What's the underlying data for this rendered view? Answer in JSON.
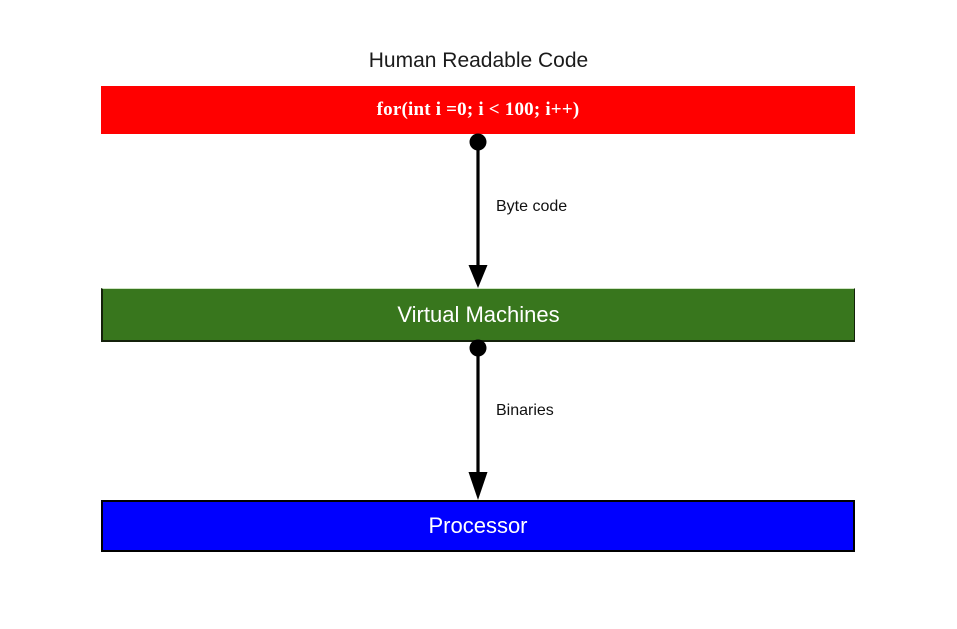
{
  "diagram": {
    "title": "Human Readable Code",
    "background_color": "#ffffff",
    "type": "flow-diagram",
    "stages": [
      {
        "id": "code",
        "label": "for(int i =0; i < 100; i++)",
        "fill_color": "#ff0000",
        "text_color": "#ffffff",
        "shape": "rectangle"
      },
      {
        "id": "vm",
        "label": "Virtual Machines",
        "fill_color": "#38761d",
        "text_color": "#ffffff",
        "shape": "rectangle"
      },
      {
        "id": "cpu",
        "label": "Processor",
        "fill_color": "#0000ff",
        "text_color": "#ffffff",
        "shape": "rectangle"
      }
    ],
    "connectors": [
      {
        "id": "code-to-vm",
        "label": "Byte code",
        "from": "code",
        "to": "vm",
        "start_marker": "circle",
        "end_marker": "arrow",
        "color": "#000000"
      },
      {
        "id": "vm-to-cpu",
        "label": "Binaries",
        "from": "vm",
        "to": "cpu",
        "start_marker": "circle",
        "end_marker": "arrow",
        "color": "#000000"
      }
    ]
  }
}
